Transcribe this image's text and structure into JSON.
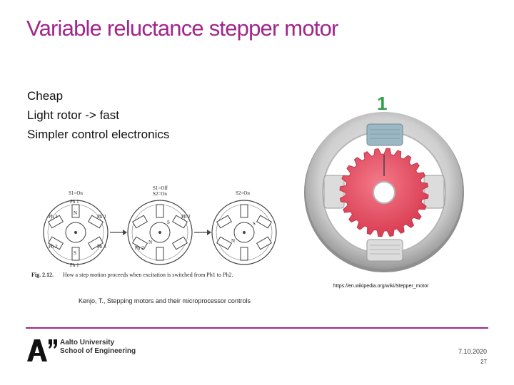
{
  "slide": {
    "title": "Variable reluctance stepper motor",
    "bullets": [
      "Cheap",
      "Light rotor -> fast",
      "Simpler control electronics"
    ]
  },
  "figure_left": {
    "stage_labels": [
      [
        "S1=On"
      ],
      [
        "S1=Off",
        "S2=On"
      ],
      [
        "S2=On"
      ]
    ],
    "caption_number": "Fig. 2.12.",
    "caption_text": "How a step motion proceeds when excitation is switched from Ph1 to Ph2.",
    "pole_labels": [
      "Ph 1",
      "Ph 2",
      "Ph 3"
    ],
    "letters": [
      "N",
      "S"
    ]
  },
  "figure_right": {
    "step_number": "1",
    "colors": {
      "stator": "#bdbdbd",
      "rotor": "#e9566a",
      "coil": "#9bb7c4",
      "step_number": "#2fa14a"
    }
  },
  "credits": {
    "url": "https://en.wikipedia.org/wiki/Stepper_motor",
    "reference": "Kenjo, T., Stepping motors and their microprocessor controls"
  },
  "footer": {
    "university_line1": "Aalto University",
    "university_line2": "School of Engineering",
    "date": "7.10.2020",
    "page": "27",
    "accent_color": "#a0268c"
  }
}
